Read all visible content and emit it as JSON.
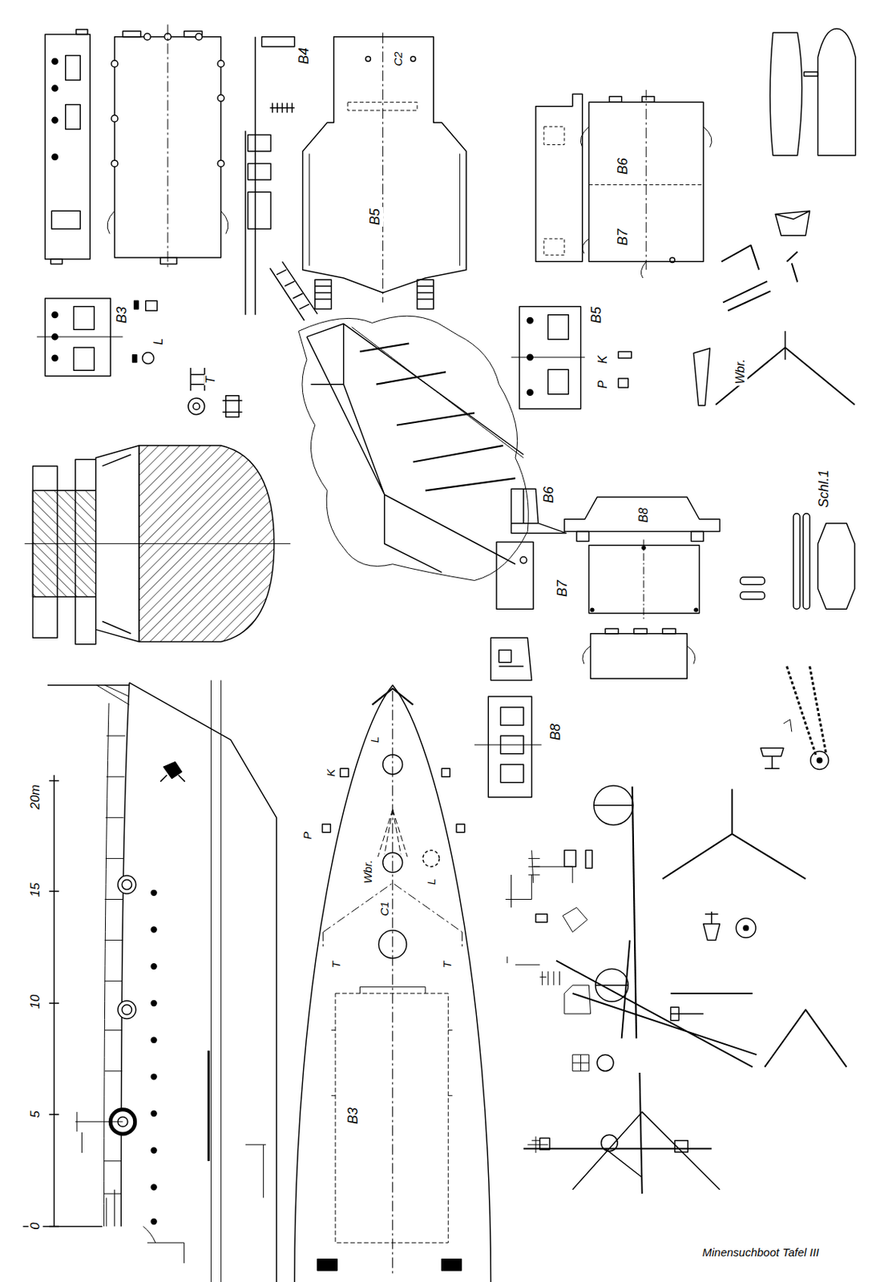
{
  "diagram": {
    "caption": "Minensuchboot Tafel III",
    "labels": [
      "B4",
      "C2",
      "B5",
      "B6",
      "B7",
      "B3",
      "L",
      "T",
      "B5",
      "K",
      "P",
      "Wbr.",
      "B6",
      "B8",
      "Schl.1",
      "B7",
      "B8",
      "20m",
      "15",
      "10",
      "5",
      "0",
      "K",
      "L",
      "P",
      "L",
      "Wbr.",
      "C1",
      "T",
      "T",
      "B3"
    ]
  }
}
